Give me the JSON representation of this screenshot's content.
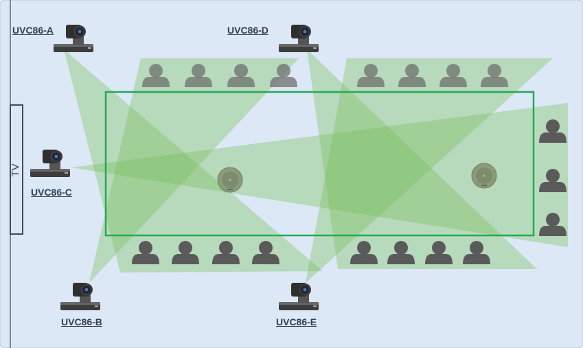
{
  "diagram": {
    "colors": {
      "room_background": "#dce8f5",
      "coverage": "#7cc05f",
      "table_border": "#22aa55",
      "person": "#6b6b6b",
      "person_dark": "#565656",
      "camera_body": "#444444",
      "microphone": "#8a9a7a",
      "text": "#2f3f55"
    },
    "tv": {
      "label": "TV"
    },
    "cameras": [
      {
        "id": "A",
        "label": "UVC86-A",
        "icon": "ptz-camera-icon"
      },
      {
        "id": "B",
        "label": "UVC86-B",
        "icon": "ptz-camera-icon"
      },
      {
        "id": "C",
        "label": "UVC86-C",
        "icon": "ptz-camera-icon"
      },
      {
        "id": "D",
        "label": "UVC86-D",
        "icon": "ptz-camera-icon"
      },
      {
        "id": "E",
        "label": "UVC86-E",
        "icon": "ptz-camera-icon"
      }
    ],
    "participants": {
      "top_side": 8,
      "bottom_side": 8,
      "right_end": 3,
      "icon": "person-icon"
    },
    "microphones": {
      "count": 2,
      "icon": "microphone-icon"
    }
  }
}
